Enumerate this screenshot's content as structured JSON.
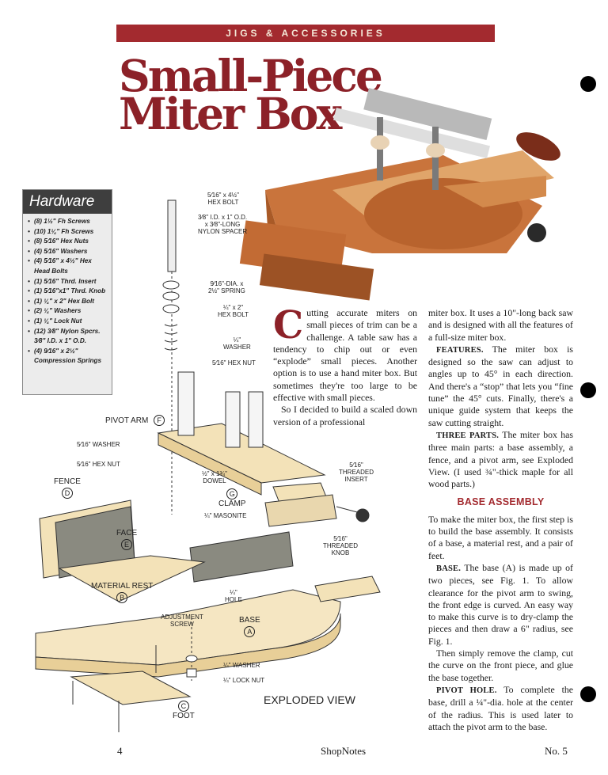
{
  "header": {
    "section": "JIGS & ACCESSORIES"
  },
  "title": {
    "line1": "Small-Piece",
    "line2": "Miter Box"
  },
  "hardware": {
    "heading": "Hardware",
    "items": [
      "(8) 1½\" Fh Screws",
      "(10) 1¼\" Fh Screws",
      "(8) 5⁄16\" Hex Nuts",
      "(4) 5⁄16\" Washers",
      "(4) 5⁄16\" x 4½\" Hex Head Bolts",
      "(1) 5⁄16\" Thrd. Insert",
      "(1) 5⁄16\"x1\" Thrd. Knob",
      "(1) ¼\" x 2\" Hex Bolt",
      "(2) ¼\" Washers",
      "(1) ¼\" Lock Nut",
      "(12) 3⁄8\" Nylon Spcrs. 3⁄8\" I.D. x 1\" O.D.",
      "(4) 9⁄16\" x 2½\" Compression Springs"
    ]
  },
  "diagram": {
    "callouts": {
      "hex_bolt_long": "5⁄16\" x 4½\"\nHEX BOLT",
      "nylon_spacer": "3⁄8\" I.D. x 1\" O.D.\nx 3⁄8\"-LONG\nNYLON SPACER",
      "spring": "9⁄16\"-DIA. x\n2½\" SPRING",
      "hex_bolt_short": "¼\" x 2\"\nHEX BOLT",
      "washer_quarter": "¼\"\nWASHER",
      "hex_nut_516": "5⁄16\" HEX NUT",
      "washer_516_left": "5⁄16\" WASHER",
      "hex_nut_516_left": "5⁄16\" HEX NUT",
      "dowel": "½\" x 1¾\"\nDOWEL",
      "threaded_insert": "5⁄16\"\nTHREADED\nINSERT",
      "masonite": "¼\" MASONITE",
      "threaded_knob": "5⁄16\"\nTHREADED\nKNOB",
      "hole": "¼\"\nHOLE",
      "adjustment_screw": "ADJUSTMENT\nSCREW",
      "washer_bottom": "¼\" WASHER",
      "lock_nut": "¼\" LOCK NUT"
    },
    "parts": {
      "pivot_arm": {
        "label": "PIVOT ARM",
        "letter": "F"
      },
      "fence": {
        "label": "FENCE",
        "letter": "D"
      },
      "face": {
        "label": "FACE",
        "letter": "E"
      },
      "clamp": {
        "label": "CLAMP",
        "letter": "G"
      },
      "material_rest": {
        "label": "MATERIAL REST",
        "letter": "B"
      },
      "base": {
        "label": "BASE",
        "letter": "A"
      },
      "foot": {
        "label": "FOOT",
        "letter": "C"
      }
    },
    "caption": "EXPLODED VIEW"
  },
  "article": {
    "intro_dropcap": "C",
    "intro_p1": "utting accurate miters on small pieces of trim can be a challenge. A table saw has a tendency to chip out or even “explode” small pieces. Another option is to use a hand miter box. But sometimes they're too large to be effective with small pieces.",
    "intro_p2": "So I decided to build a scaled down version of a professional",
    "col2_p1": "miter box. It uses a 10\"-long back saw and is designed with all the features of a full-size miter box.",
    "features_head": "FEATURES.",
    "features_text": "The miter box is designed so the saw can adjust to angles up to 45° in each direction. And there's a “stop” that lets you “fine tune” the 45° cuts. Finally, there's a unique guide system that keeps the saw cutting straight.",
    "three_parts_head": "THREE PARTS.",
    "three_parts_text": "The miter box has three main parts: a base assembly, a fence, and a pivot arm, see Exploded View. (I used ¾\"-thick maple for all wood parts.)",
    "base_assembly_head": "BASE ASSEMBLY",
    "base_assembly_text": "To make the miter box, the first step is to build the base assembly. It consists of a base, a material rest, and a pair of feet.",
    "base_head": "BASE.",
    "base_text": "The base (A) is made up of two pieces, see Fig. 1. To allow clearance for the pivot arm to swing, the front edge is curved. An easy way to make this curve is to dry-clamp the pieces and then draw a 6\" radius, see Fig. 1.",
    "base_text2": "Then simply remove the clamp, cut the curve on the front piece, and glue the base together.",
    "pivot_hole_head": "PIVOT HOLE.",
    "pivot_hole_text": "To complete the base, drill a ¼\"-dia. hole at the center of the radius. This is used later to attach the pivot arm to the base."
  },
  "footer": {
    "page": "4",
    "publication": "ShopNotes",
    "issue": "No. 5"
  }
}
